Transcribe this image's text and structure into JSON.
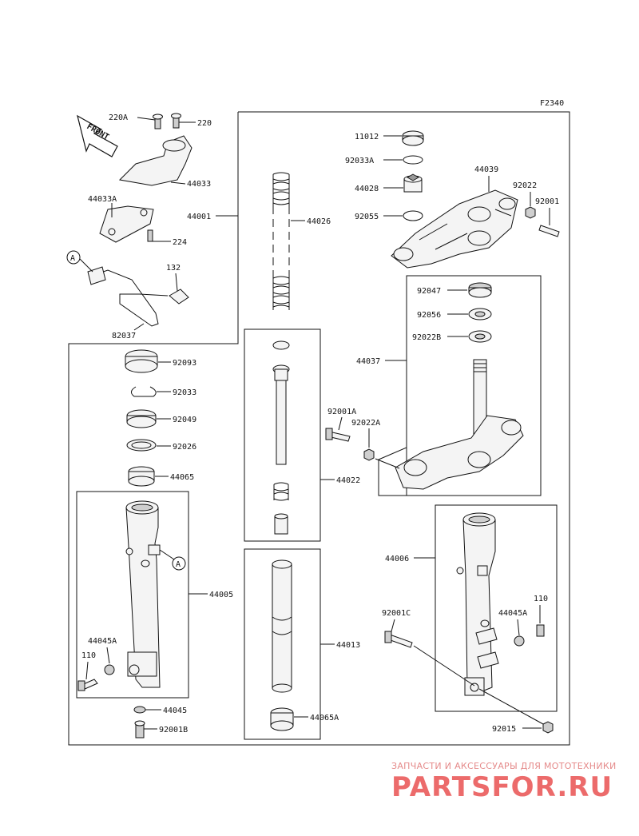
{
  "figure_code": "F2340",
  "front_label": "FRONT",
  "callout_a": "A",
  "watermark": {
    "tagline": "ЗАПЧАСТИ И АКСЕССУАРЫ ДЛЯ МОТОТЕХНИКИ",
    "brand": "PARTSFOR.RU"
  },
  "parts": {
    "p220A": "220A",
    "p220": "220",
    "p44033": "44033",
    "p44033A": "44033A",
    "p224": "224",
    "p132": "132",
    "p82037": "82037",
    "p44001": "44001",
    "p44026": "44026",
    "p11012": "11012",
    "p92033A": "92033A",
    "p44028": "44028",
    "p92055": "92055",
    "p44039": "44039",
    "p92022": "92022",
    "p92001": "92001",
    "p92047": "92047",
    "p92056": "92056",
    "p92022B": "92022B",
    "p44037": "44037",
    "p92001A": "92001A",
    "p92022A": "92022A",
    "p92093": "92093",
    "p92033": "92033",
    "p92049": "92049",
    "p92026": "92026",
    "p44065": "44065",
    "p44022": "44022",
    "p44005": "44005",
    "p44045A_l": "44045A",
    "p110_l": "110",
    "p44045": "44045",
    "p92001B": "92001B",
    "p44013": "44013",
    "p44065A": "44065A",
    "p44006": "44006",
    "p110_r": "110",
    "p44045A_r": "44045A",
    "p92001C": "92001C",
    "p92015": "92015"
  }
}
